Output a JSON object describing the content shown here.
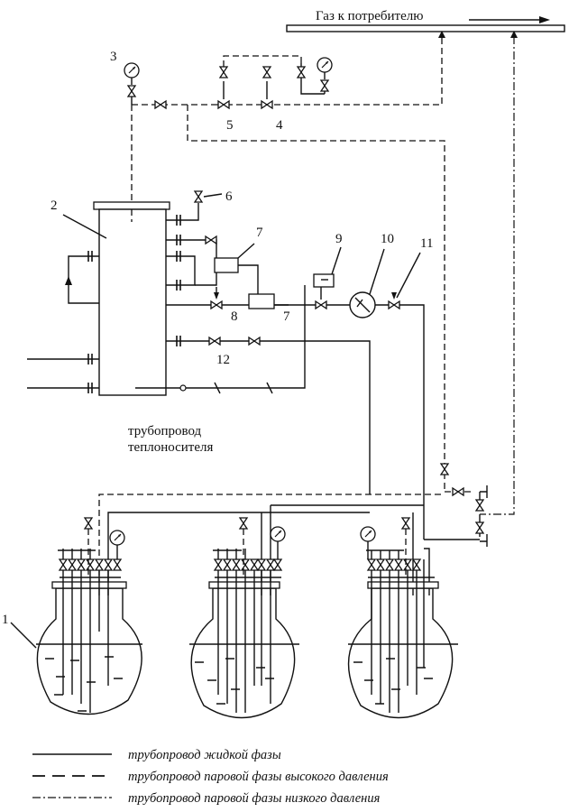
{
  "diagram": {
    "header_label": "Газ к потребителю",
    "caption_line1": "трубопровод",
    "caption_line2": "теплоносителя",
    "labels": {
      "n1": "1",
      "n2": "2",
      "n3": "3",
      "n4": "4",
      "n5": "5",
      "n6": "6",
      "n7a": "7",
      "n7b": "7",
      "n8": "8",
      "n9": "9",
      "n10": "10",
      "n11": "11",
      "n12": "12"
    }
  },
  "legend": [
    {
      "line_style": "solid",
      "text": "трубопровод жидкой фазы"
    },
    {
      "line_style": "dashed",
      "text": "трубопровод паровой фазы высокого давления"
    },
    {
      "line_style": "dash-dot",
      "text": "трубопровод паровой фазы низкого давления"
    }
  ]
}
